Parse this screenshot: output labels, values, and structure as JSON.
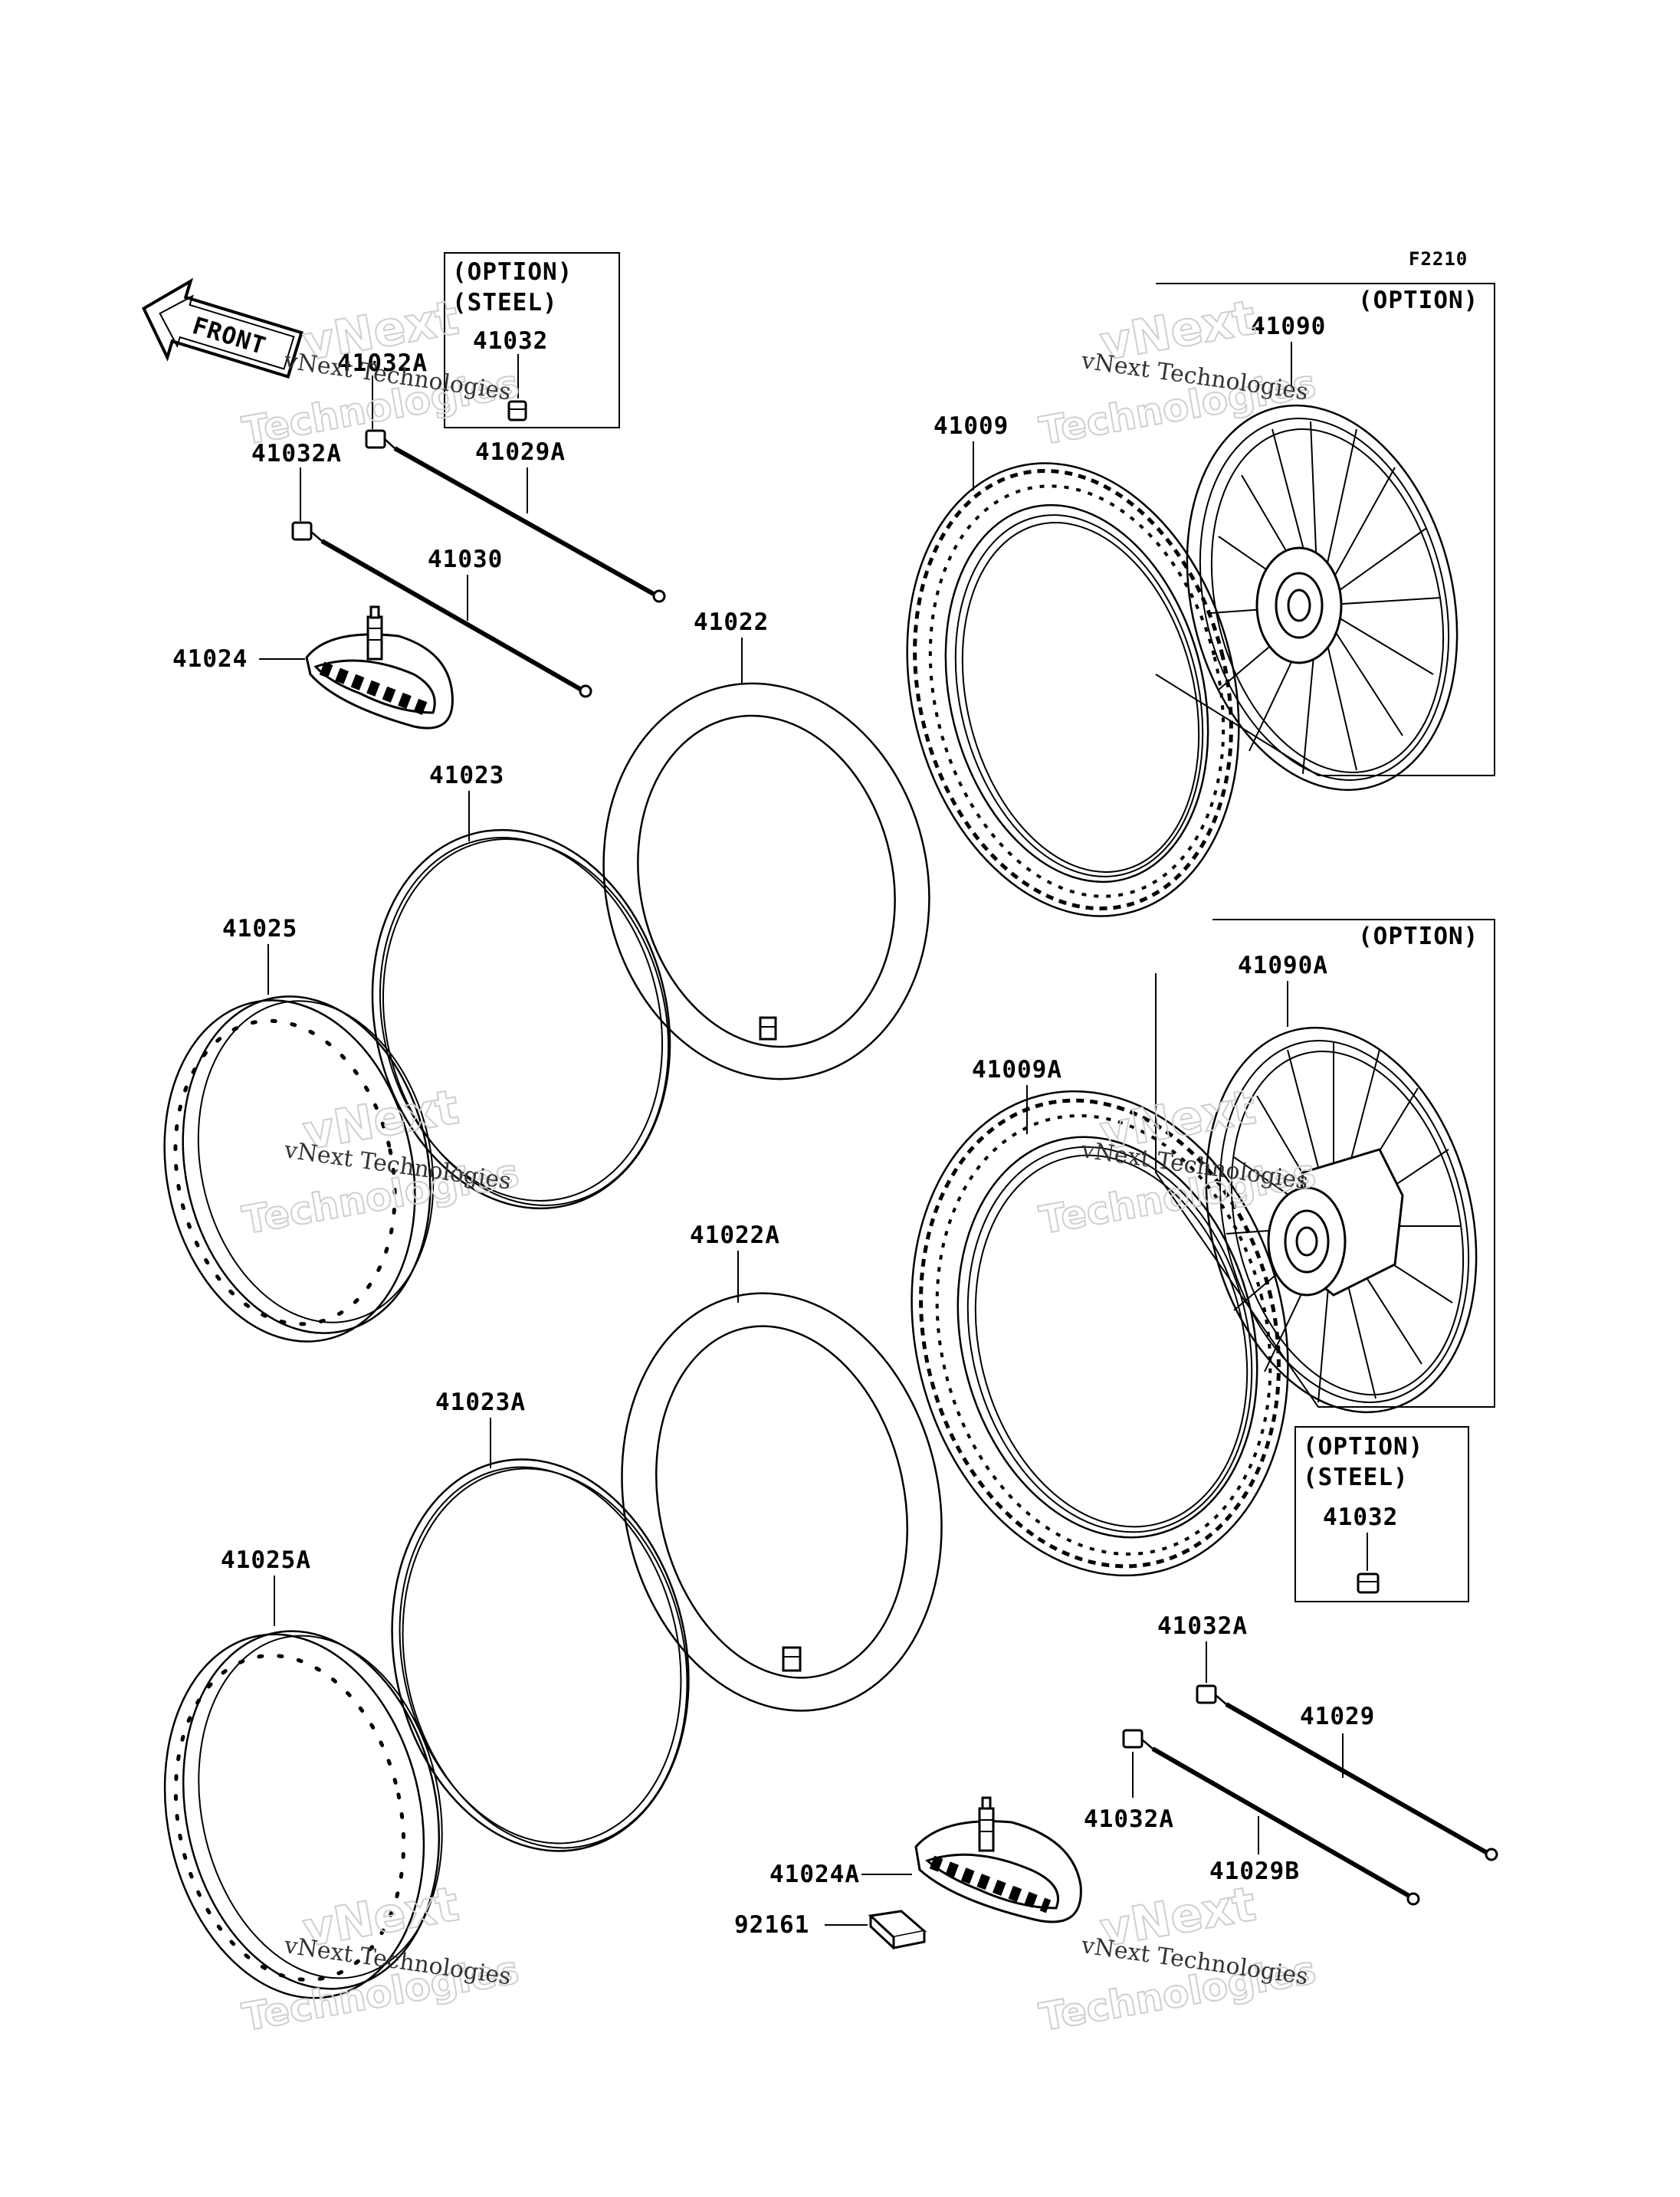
{
  "diagram_code": "F2210",
  "front_arrow": "FRONT",
  "option_boxes": {
    "top_wheel": {
      "title": "(OPTION)"
    },
    "mid_wheel": {
      "title": "(OPTION)"
    },
    "steel_top": {
      "line1": "(OPTION)",
      "line2": "(STEEL)",
      "part": "41032"
    },
    "steel_bottom": {
      "line1": "(OPTION)",
      "line2": "(STEEL)",
      "part": "41032"
    }
  },
  "labels": {
    "p41032A_a": "41032A",
    "p41029A": "41029A",
    "p41032A_b": "41032A",
    "p41030": "41030",
    "p41024": "41024",
    "p41022": "41022",
    "p41023": "41023",
    "p41025": "41025",
    "p41009": "41009",
    "p41090": "41090",
    "p41090A": "41090A",
    "p41009A": "41009A",
    "p41022A": "41022A",
    "p41023A": "41023A",
    "p41025A": "41025A",
    "p41032A_c": "41032A",
    "p41029": "41029",
    "p41032A_d": "41032A",
    "p41029B": "41029B",
    "p41024A": "41024A",
    "p92161": "92161"
  },
  "watermark": {
    "line1": "vNext Technologies",
    "brand_a": "vNext",
    "brand_b": "Technologies"
  }
}
